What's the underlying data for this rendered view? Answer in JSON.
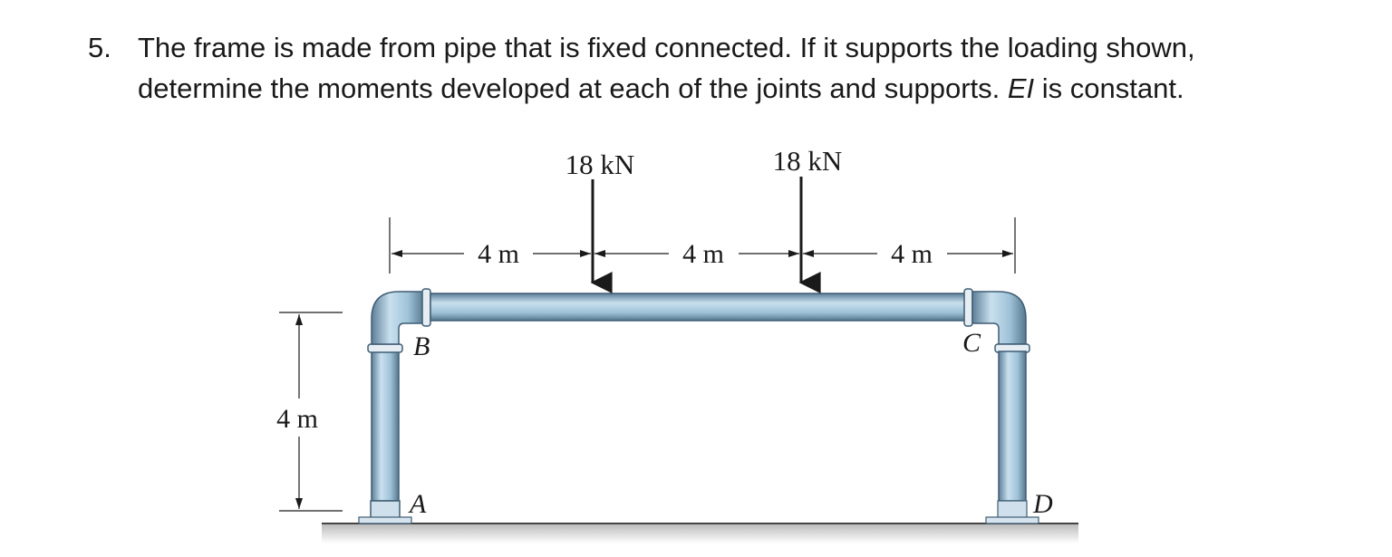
{
  "problem": {
    "number": "5.",
    "line1": "The frame is made from pipe that is fixed connected. If it supports the loading shown,",
    "line2_pre": "determine the moments developed at each of the joints and supports. ",
    "line2_em": "EI",
    "line2_post": " is constant."
  },
  "figure": {
    "loads": [
      {
        "label": "18 kN"
      },
      {
        "label": "18 kN"
      }
    ],
    "spans": [
      "4 m",
      "4 m",
      "4 m"
    ],
    "height_label": "4 m",
    "points": {
      "A": "A",
      "B": "B",
      "C": "C",
      "D": "D"
    },
    "colors": {
      "pipe": "#a9cbe0",
      "pipe_dark": "#6f93ad",
      "ground": "#c8c8c8",
      "line": "#1a1a1a"
    }
  }
}
